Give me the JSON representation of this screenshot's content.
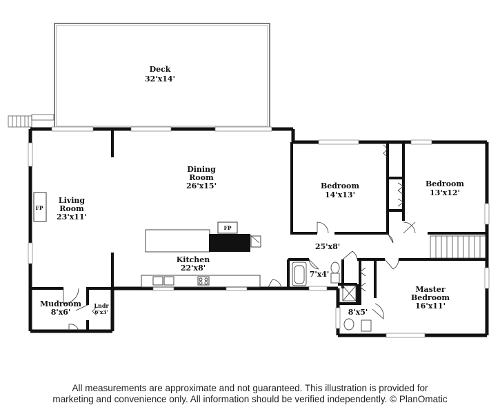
{
  "rooms": {
    "deck": {
      "name": "Deck",
      "dims": "32'x14'"
    },
    "dining": {
      "name_line1": "Dining",
      "name_line2": "Room",
      "dims": "26'x15'"
    },
    "living": {
      "name_line1": "Living",
      "name_line2": "Room",
      "dims": "23'x11'"
    },
    "bedroom1": {
      "name": "Bedroom",
      "dims": "14'x13'"
    },
    "bedroom2": {
      "name": "Bedroom",
      "dims": "13'x12'"
    },
    "kitchen": {
      "name": "Kitchen",
      "dims": "22'x8'"
    },
    "hall": {
      "dims": "25'x8'"
    },
    "bath1": {
      "dims": "7'x4'"
    },
    "bath2": {
      "dims": "8'x5'"
    },
    "master": {
      "name_line1": "Master",
      "name_line2": "Bedroom",
      "dims": "16'x11'"
    },
    "mudroom": {
      "name": "Mudroom",
      "dims": "8'x6'"
    },
    "laundry": {
      "name": "Lndr",
      "dims": "6'x3'"
    }
  },
  "fixtures": {
    "fireplace_living": "FP",
    "fireplace_dining": "FP"
  },
  "colors": {
    "wall": "#111111",
    "background": "#ffffff",
    "text": "#222222"
  },
  "footer": {
    "line1": "All measurements are approximate and not guaranteed. This illustration is provided for",
    "line2": "marketing and convenience only. All information should be verified independently. © PlanOmatic"
  }
}
